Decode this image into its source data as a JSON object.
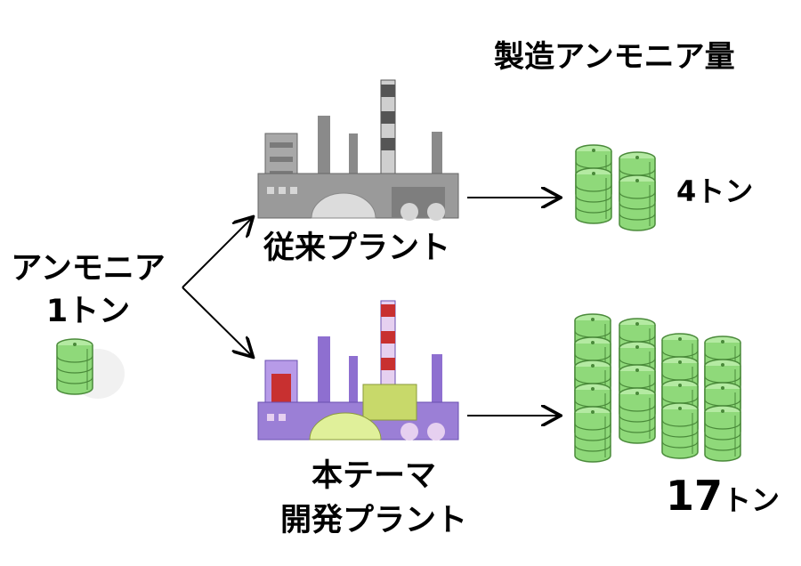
{
  "heading": "製造アンモニア量",
  "input": {
    "line1": "アンモニア",
    "line2": "1トン"
  },
  "conventional": {
    "label": "従来プラント",
    "output": "4トン"
  },
  "new_plant": {
    "label_line1": "本テーマ",
    "label_line2": "開発プラント",
    "output_number": "17",
    "output_unit": "トン"
  },
  "colors": {
    "tank_green": "#8fd97a",
    "tank_stroke": "#4a8a3a",
    "conv_gray": "#9a9a9a",
    "new_purple": "#9b7fd6",
    "new_green": "#c8d96a"
  }
}
